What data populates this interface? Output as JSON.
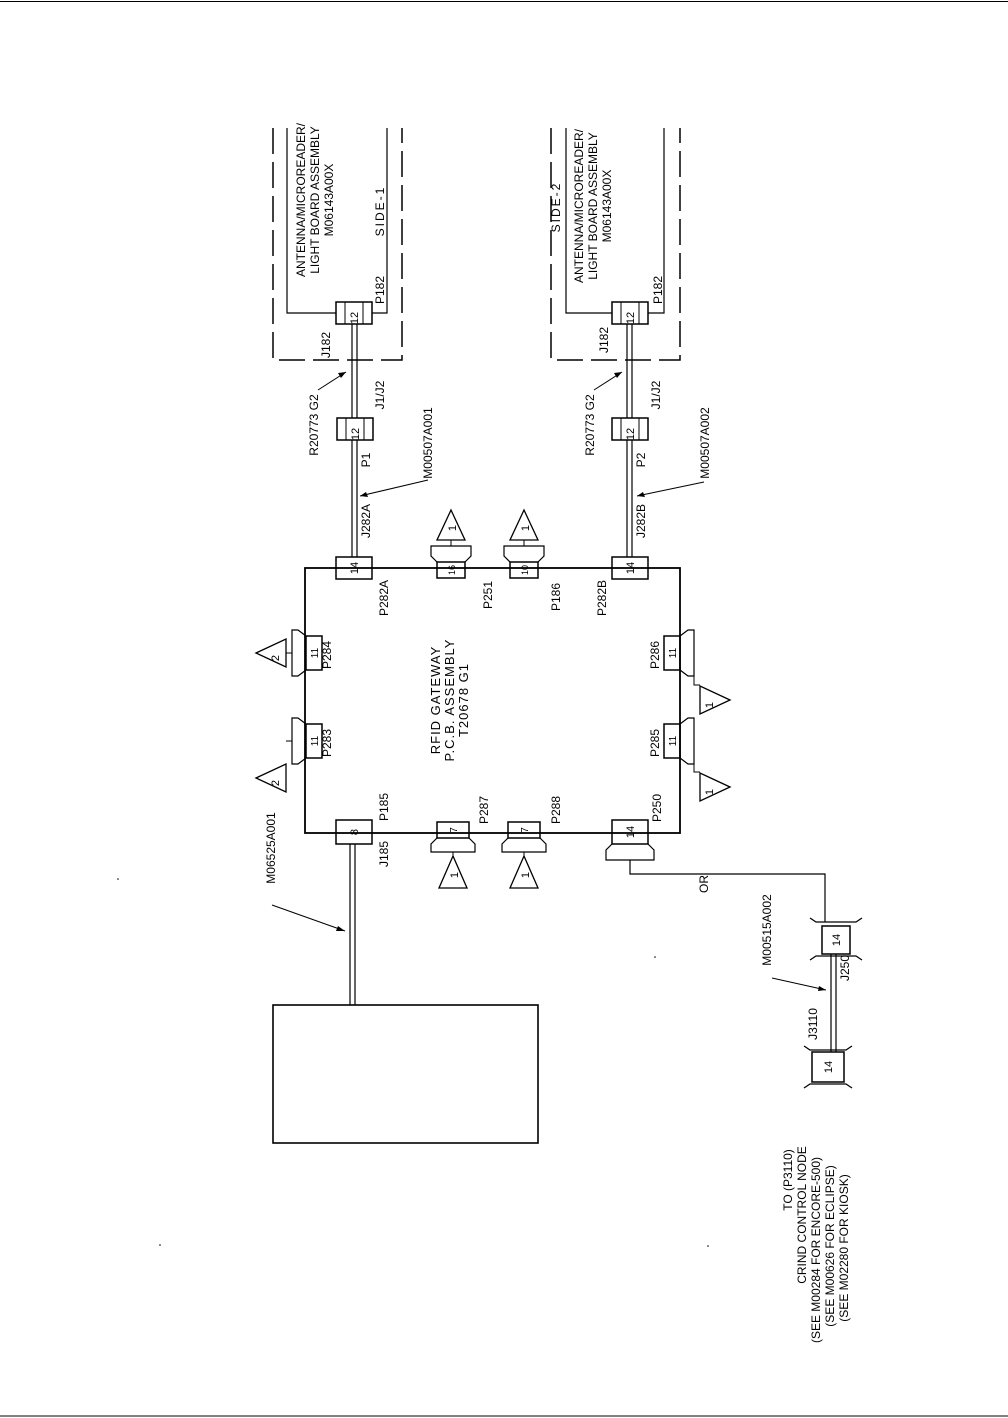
{
  "top_assembly_side1": {
    "line1": "ANTENNA/MICROREADER/",
    "line2": "LIGHT BOARD ASSEMBLY",
    "part": "M06143A00X",
    "side": "SIDE-1",
    "plug": "P182",
    "jack": "J182",
    "pins": "12"
  },
  "top_assembly_side2": {
    "line1": "ANTENNA/MICROREADER/",
    "line2": "LIGHT BOARD ASSEMBLY",
    "part": "M06143A00X",
    "side": "SIDE-2",
    "plug": "P182",
    "jack": "J182",
    "pins": "12"
  },
  "cable1": {
    "ref": "R20773 G2",
    "jack": "J1/J2",
    "plug": "P1",
    "pins": "12",
    "part": "M00507A001",
    "end_jack": "J282A"
  },
  "cable2": {
    "ref": "R20773 G2",
    "jack": "J1/J2",
    "plug": "P2",
    "pins": "12",
    "part": "M00507A002",
    "end_jack": "J282B"
  },
  "gateway": {
    "line1": "RFID GATEWAY",
    "line2": "P.C.B. ASSEMBLY",
    "line3": "T20678 G1",
    "p282a": "P282A",
    "p282b": "P282B",
    "pins282": "14",
    "p251": "P251",
    "pins251": "16",
    "p186": "P186",
    "pins186": "10",
    "p283": "P283",
    "p284": "P284",
    "p285": "P285",
    "p286": "P286",
    "pins11": "11",
    "p185": "P185",
    "j185": "J185",
    "pins185": "8",
    "p287": "P287",
    "p288": "P288",
    "pins7": "7",
    "p250": "P250",
    "pins250": "14"
  },
  "notes": {
    "n1": "1",
    "n2": "2"
  },
  "cable_left": {
    "part": "M06525A001"
  },
  "cable_crind": {
    "or": "OR",
    "part": "M00515A002",
    "j250": "J250",
    "j3110": "J3110",
    "pins": "14"
  },
  "crind_text": {
    "line1": "TO (P3110)",
    "line2": "CRIND CONTROL NODE",
    "line3": "(SEE M00284 FOR ENCORE-500)",
    "line4": "(SEE M00626 FOR ECLIPSE)",
    "line5": "(SEE M02280 FOR KIOSK)"
  }
}
